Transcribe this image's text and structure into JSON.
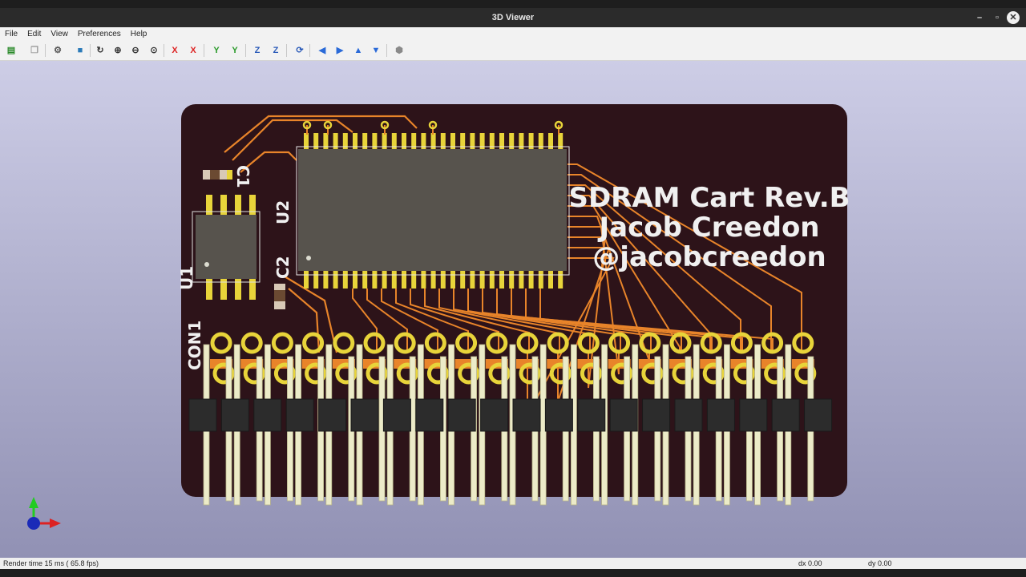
{
  "window": {
    "title": "3D Viewer"
  },
  "menu": [
    "File",
    "Edit",
    "View",
    "Preferences",
    "Help"
  ],
  "board": {
    "silkscreen_lines": [
      "SDRAM Cart Rev.B",
      "Jacob Creedon",
      "@jacobcreedon"
    ],
    "refs": {
      "c1": "C1",
      "u2": "U2",
      "c2": "C2",
      "u1": "U1",
      "con1": "CON1"
    }
  },
  "toolbar_icons": [
    "render-options-icon",
    "copy-image-icon",
    "settings-icon",
    "raytracing-icon",
    "reload-icon",
    "zoom-in-icon",
    "zoom-out-icon",
    "zoom-fit-icon",
    "rotate-x-cw-icon",
    "rotate-x-ccw-icon",
    "rotate-y-cw-icon",
    "rotate-y-ccw-icon",
    "rotate-z-cw-icon",
    "rotate-z-ccw-icon",
    "flip-board-icon",
    "move-left-icon",
    "move-right-icon",
    "move-up-icon",
    "move-down-icon",
    "orthographic-icon"
  ],
  "status": {
    "render_time": "Render time 15 ms ( 65.8 fps)",
    "dx": "dx 0.00",
    "dy": "dy 0.00"
  },
  "colors": {
    "pcb": "#2d1319",
    "copper": "#e8842a",
    "gold": "#e8d43a",
    "pin": "#ecebc8",
    "chip": "#57534d",
    "header": "#2c2c2c",
    "silk": "#f0f0f0"
  }
}
